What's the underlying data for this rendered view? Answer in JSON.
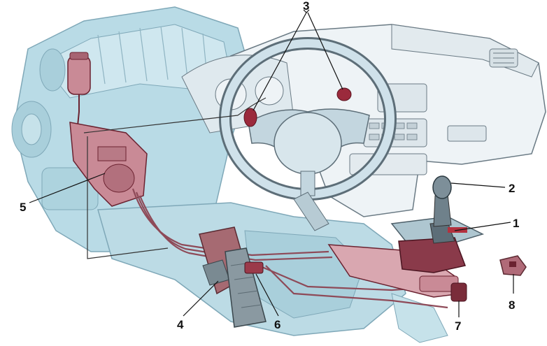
{
  "colors": {
    "engine": "#b9dbe6",
    "engine_dark": "#7fa8b8",
    "dash": "#eef3f6",
    "dash_line": "#6a7a84",
    "wheel": "#cfe1ea",
    "wheel_dark": "#5d6e78",
    "hydraulic": "#c98a96",
    "hydraulic_dark": "#6b2230",
    "pedal": "#a66a72",
    "callout": "#111111"
  },
  "icons": {
    "pump": "hydraulic-pump-icon",
    "reservoir": "fluid-reservoir-icon",
    "shifter": "gear-shifter-icon",
    "sensor": "sensor-icon"
  },
  "callouts": [
    {
      "id": "1",
      "label": "1"
    },
    {
      "id": "2",
      "label": "2"
    },
    {
      "id": "3",
      "label": "3"
    },
    {
      "id": "4",
      "label": "4"
    },
    {
      "id": "5",
      "label": "5"
    },
    {
      "id": "6",
      "label": "6"
    },
    {
      "id": "7",
      "label": "7"
    },
    {
      "id": "8",
      "label": "8"
    }
  ]
}
